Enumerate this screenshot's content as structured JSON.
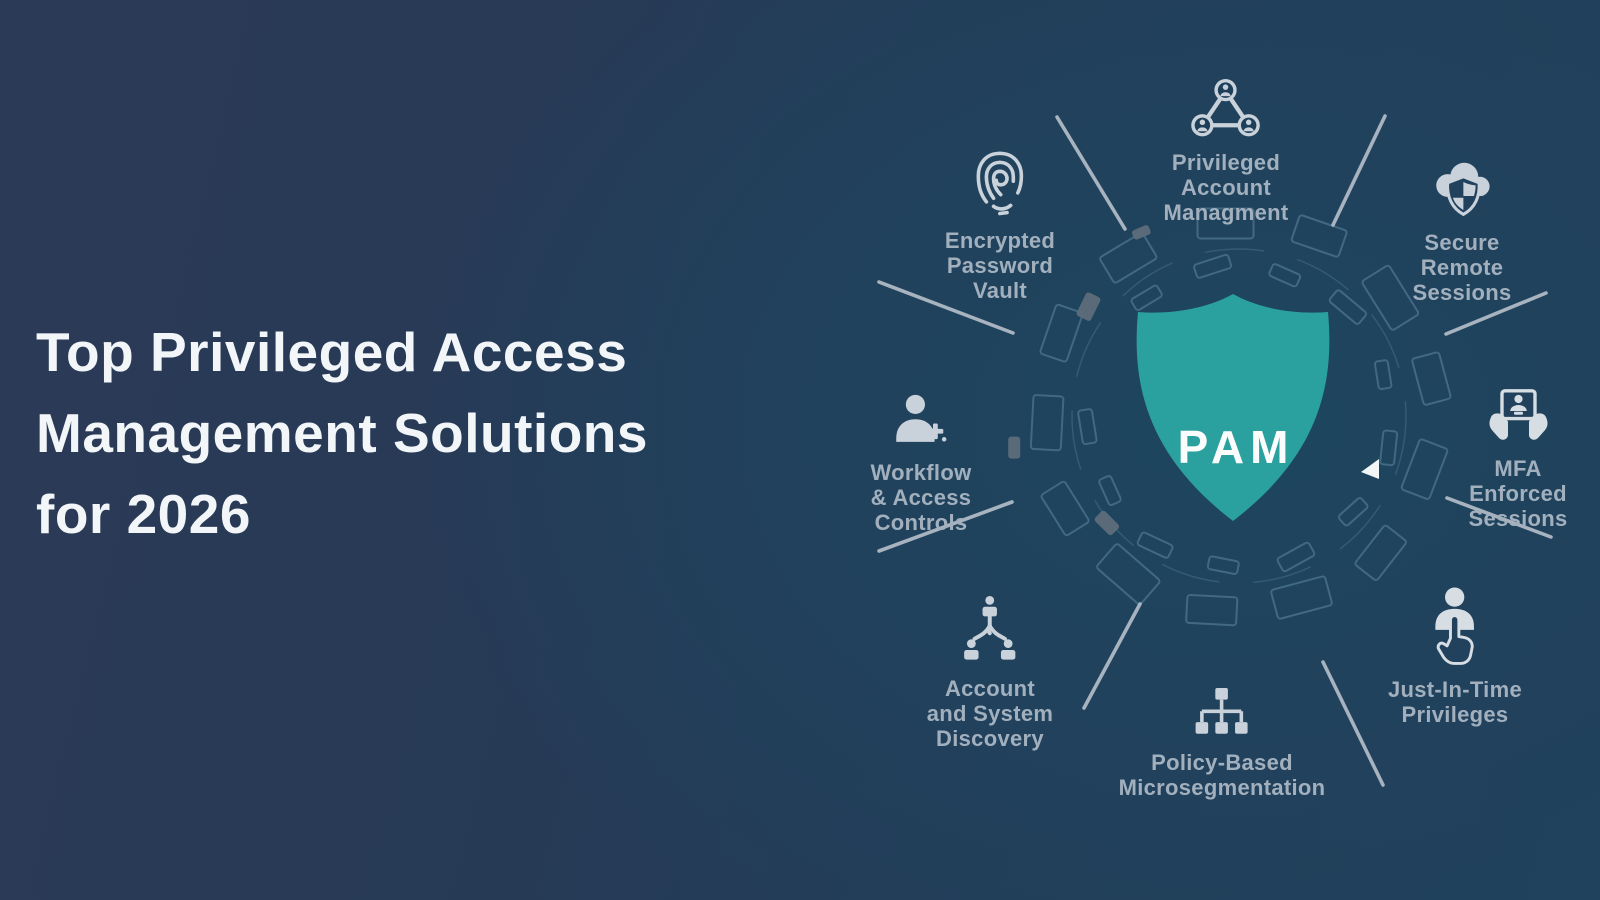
{
  "title": {
    "lines": [
      "Top Privileged Access",
      "Management Solutions",
      "for 2026"
    ]
  },
  "center": {
    "label": "PAM"
  },
  "nodes": [
    {
      "id": "privileged-account-management",
      "icon": "user-group-network-icon",
      "label_lines": [
        "Privileged",
        "Account",
        "Managment"
      ]
    },
    {
      "id": "secure-remote-sessions",
      "icon": "cloud-shield-icon",
      "label_lines": [
        "Secure",
        "Remote",
        "Sessions"
      ]
    },
    {
      "id": "mfa-enforced-sessions",
      "icon": "hands-holding-tablet-icon",
      "label_lines": [
        "MFA",
        "Enforced",
        "Sessions"
      ]
    },
    {
      "id": "just-in-time-privileges",
      "icon": "user-tap-icon",
      "label_lines": [
        "Just-In-Time",
        "Privileges"
      ]
    },
    {
      "id": "policy-based-microsegmentation",
      "icon": "org-chart-icon",
      "label_lines": [
        "Policy-Based",
        "Microsegmentation"
      ]
    },
    {
      "id": "account-and-system-discovery",
      "icon": "system-discovery-icon",
      "label_lines": [
        "Account",
        "and System",
        "Discovery"
      ]
    },
    {
      "id": "workflow-access-controls",
      "icon": "add-user-icon",
      "label_lines": [
        "Workflow",
        "& Access",
        "Controls"
      ]
    },
    {
      "id": "encrypted-password-vault",
      "icon": "fingerprint-icon",
      "label_lines": [
        "Encrypted",
        "Password",
        "Vault"
      ]
    }
  ],
  "colors": {
    "background_navy": "#243a56",
    "accent_teal": "#2ba19f",
    "title_white": "#f3f6f8",
    "label_gray": "#a2b0be",
    "icon_gray": "#ccd5dd",
    "connector_gray": "#b6c0ca",
    "ring_blue": "#4d7690",
    "tick_gray": "#5f6d7a"
  }
}
